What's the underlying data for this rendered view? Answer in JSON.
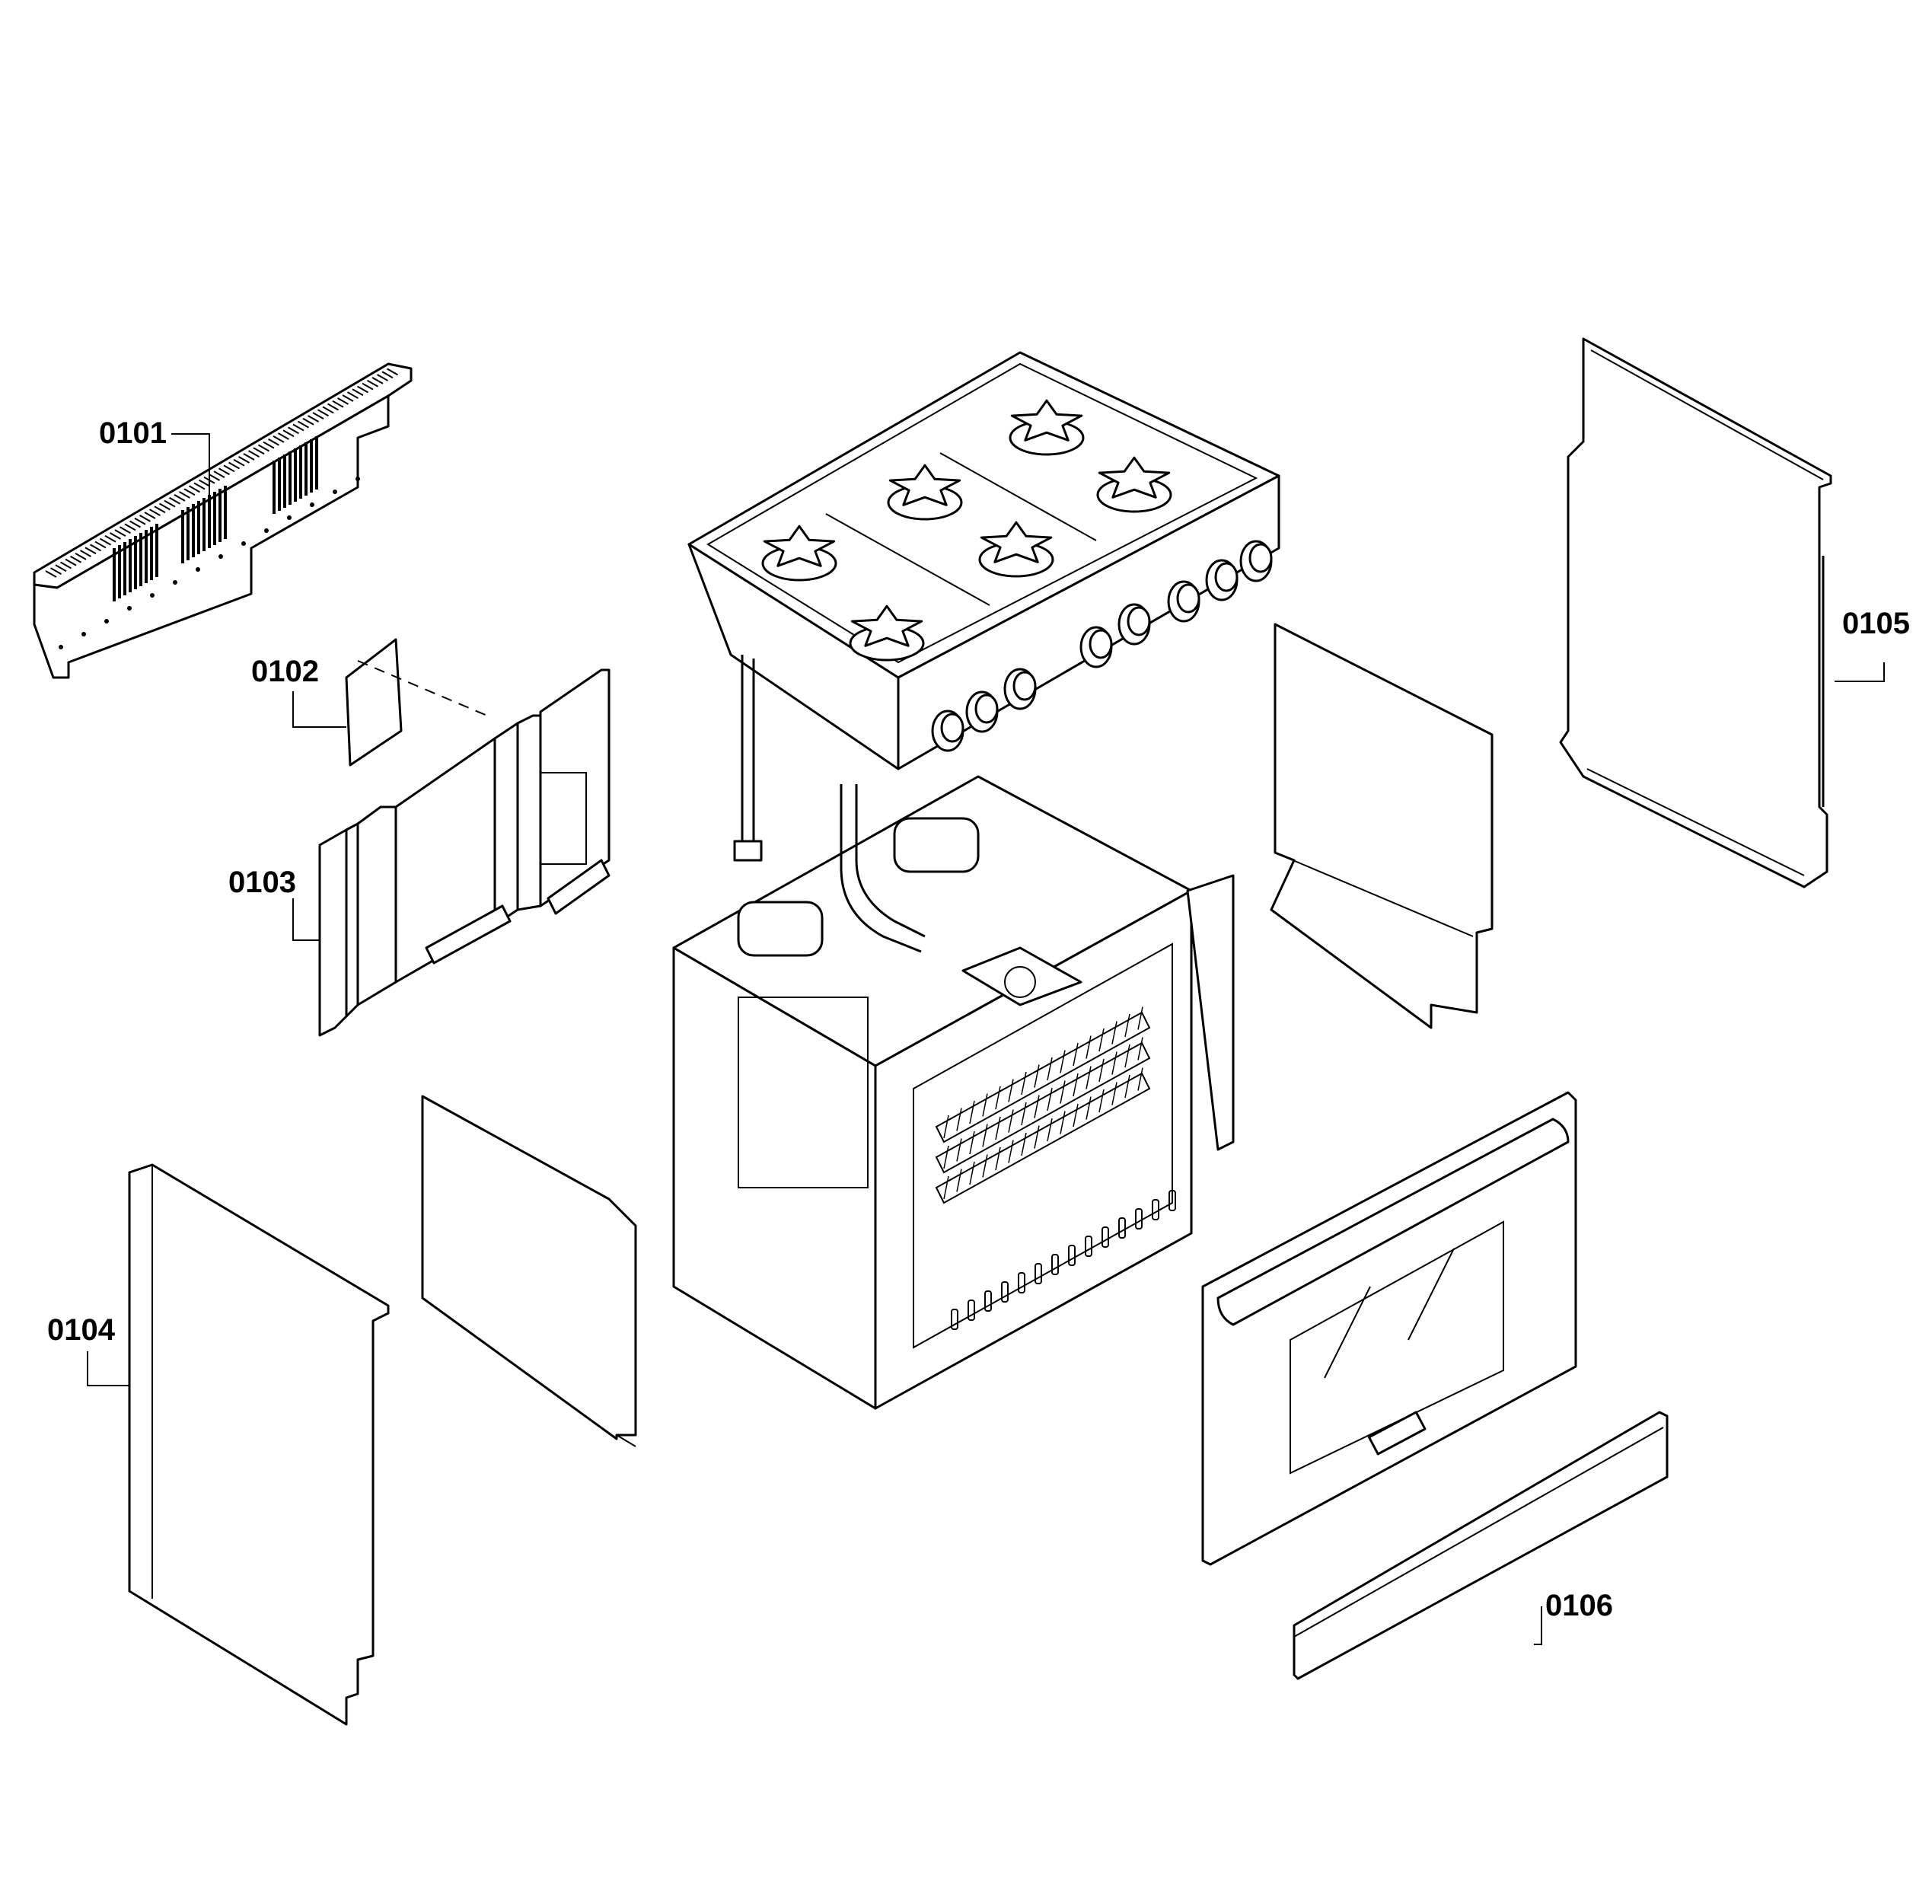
{
  "parts": [
    {
      "id": "0101",
      "name": "back-panel"
    },
    {
      "id": "0102",
      "name": "small-plate"
    },
    {
      "id": "0103",
      "name": "rear-shield"
    },
    {
      "id": "0104",
      "name": "left-side-panel"
    },
    {
      "id": "0105",
      "name": "right-side-panel"
    },
    {
      "id": "0106",
      "name": "kick-plate"
    }
  ],
  "colors": {
    "line": "#000000",
    "background": "#ffffff"
  }
}
